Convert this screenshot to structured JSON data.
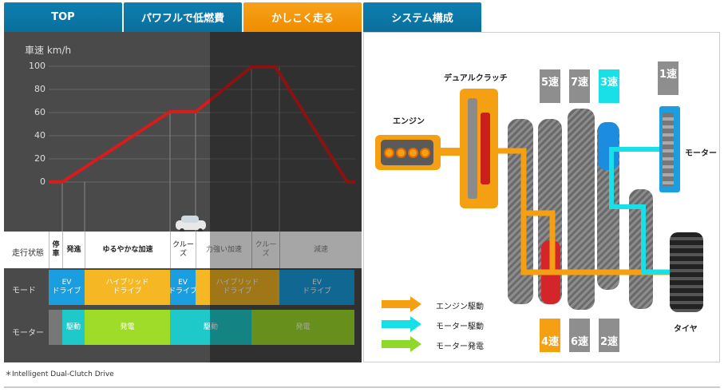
{
  "tabs": [
    {
      "label": "TOP",
      "active": false
    },
    {
      "label": "パワフルで低燃費",
      "active": false
    },
    {
      "label": "かしこく走る",
      "active": true
    },
    {
      "label": "システム構成",
      "active": false
    }
  ],
  "speed_chart": {
    "ylabel": "車速 km/h",
    "yticks": [
      "100",
      "80",
      "60",
      "40",
      "20",
      "0"
    ],
    "line_color": "#e01818"
  },
  "table": {
    "row_labels": {
      "status": "走行状態",
      "mode": "モード",
      "motor": "モーター"
    },
    "status_cells": [
      "停車",
      "発進",
      "ゆるやかな加速",
      "クルーズ",
      "力強い加速",
      "クルーズ",
      "減速"
    ],
    "mode_cells": [
      "EV\nドライブ",
      "ハイブリッド\nドライブ",
      "EV\nドライブ",
      "ハイブリッド\nドライブ",
      "EV\nドライブ"
    ],
    "motor_cells": [
      "駆動",
      "発電",
      "駆動",
      "発電"
    ]
  },
  "diagram": {
    "engine": "エンジン",
    "clutch": "デュアルクラッチ",
    "motor": "モーター",
    "tire": "タイヤ",
    "gears_top": [
      "5速",
      "7速",
      "3速",
      "1速"
    ],
    "gears_bottom": [
      "4速",
      "6速",
      "2速"
    ],
    "legend": [
      "エンジン駆動",
      "モーター駆動",
      "モーター発電"
    ],
    "colors": {
      "engine": "#f5a012",
      "motor_drive": "#19e0e6",
      "motor_gen": "#8fd82c"
    }
  },
  "footnote": "＊Intelligent Dual-Clutch Drive"
}
